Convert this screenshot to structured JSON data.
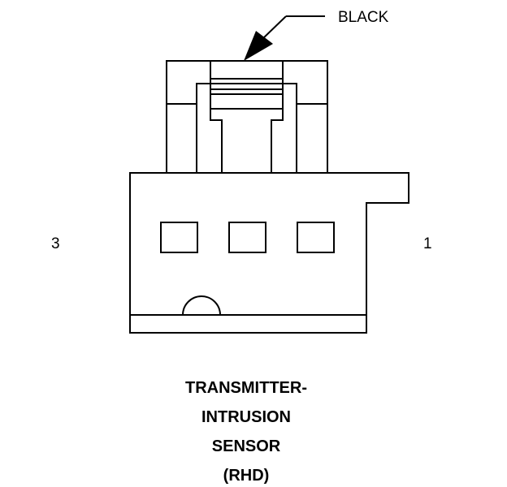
{
  "callout": {
    "color_label": "BLACK"
  },
  "pins": {
    "left_label": "3",
    "right_label": "1"
  },
  "title": {
    "line1": "TRANSMITTER-",
    "line2": "INTRUSION",
    "line3": "SENSOR",
    "line4": "(RHD)"
  },
  "colors": {
    "line": "#000000",
    "background": "#ffffff"
  }
}
